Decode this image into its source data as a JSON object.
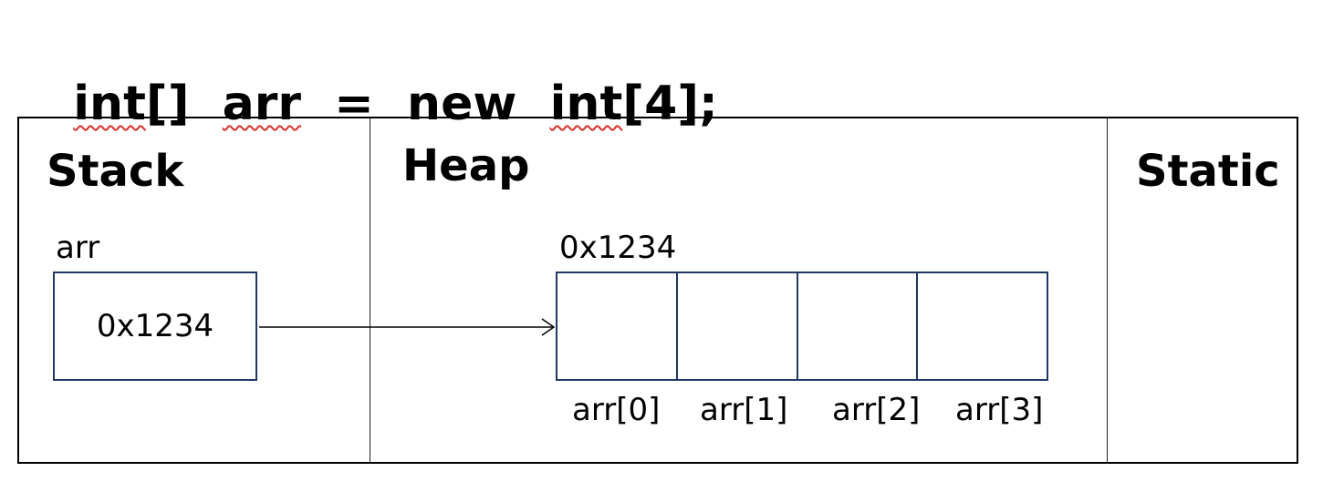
{
  "code": {
    "tokens": [
      {
        "text": "int",
        "squiggle": true
      },
      {
        "text": "[]  ",
        "squiggle": false
      },
      {
        "text": "arr",
        "squiggle": true
      },
      {
        "text": "  =  new  ",
        "squiggle": false
      },
      {
        "text": "int",
        "squiggle": true
      },
      {
        "text": "[4];",
        "squiggle": false
      }
    ]
  },
  "regions": {
    "stack": {
      "title": "Stack"
    },
    "heap": {
      "title": "Heap"
    },
    "static": {
      "title": "Static"
    }
  },
  "stack_var": {
    "label": "arr",
    "value": "0x1234"
  },
  "heap_array": {
    "address": "0x1234",
    "cells": [
      "",
      "",
      "",
      ""
    ],
    "index_labels": [
      "arr[0]",
      "arr[1]",
      "arr[2]",
      "arr[3]"
    ]
  },
  "colors": {
    "box_border": "#1f3864",
    "squiggle": "#e0302a",
    "text": "#000000"
  }
}
